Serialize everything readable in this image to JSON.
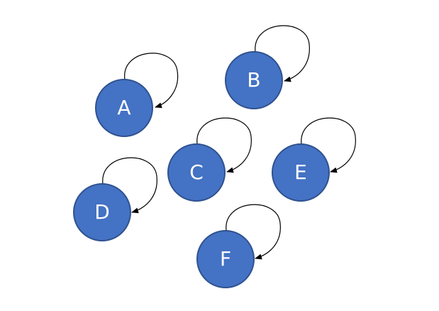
{
  "diagram": {
    "node_color": "#4472c4",
    "node_border_color": "#2f528f",
    "label_color": "#ffffff",
    "edge_color": "#000000",
    "nodes": [
      {
        "id": "A",
        "label": "A"
      },
      {
        "id": "B",
        "label": "B"
      },
      {
        "id": "C",
        "label": "C"
      },
      {
        "id": "D",
        "label": "D"
      },
      {
        "id": "E",
        "label": "E"
      },
      {
        "id": "F",
        "label": "F"
      }
    ],
    "edges": [
      {
        "from": "A",
        "to": "A"
      },
      {
        "from": "B",
        "to": "B"
      },
      {
        "from": "C",
        "to": "C"
      },
      {
        "from": "D",
        "to": "D"
      },
      {
        "from": "E",
        "to": "E"
      },
      {
        "from": "F",
        "to": "F"
      }
    ]
  }
}
